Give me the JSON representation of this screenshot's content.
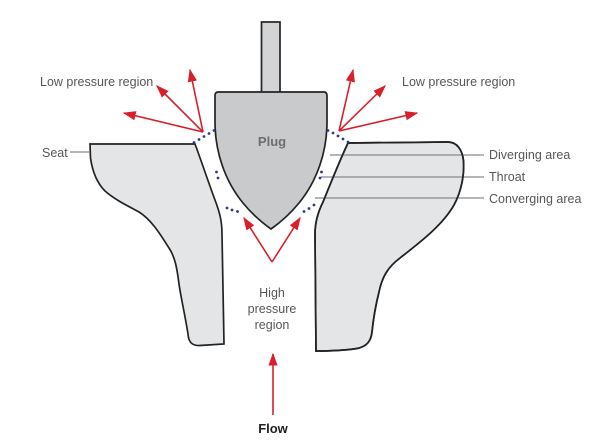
{
  "labels": {
    "low_pressure_left": "Low pressure region",
    "low_pressure_right": "Low pressure region",
    "seat": "Seat",
    "plug": "Plug",
    "diverging_area": "Diverging area",
    "throat": "Throat",
    "converging_area": "Converging area",
    "high_pressure": {
      "line1": "High",
      "line2": "pressure",
      "line3": "region"
    },
    "flow": "Flow"
  },
  "colors": {
    "arrow_red": "#d81f2a",
    "dot_blue": "#2b3990",
    "seat_fill": "#e4e5e7",
    "plug_fill": "#c8cacc",
    "stem_fill": "#d3d4d6",
    "outline": "#232323",
    "label_text": "#565759",
    "plug_text": "#6d6e71",
    "flow_text": "#231f20",
    "leader_line": "#87898c"
  }
}
